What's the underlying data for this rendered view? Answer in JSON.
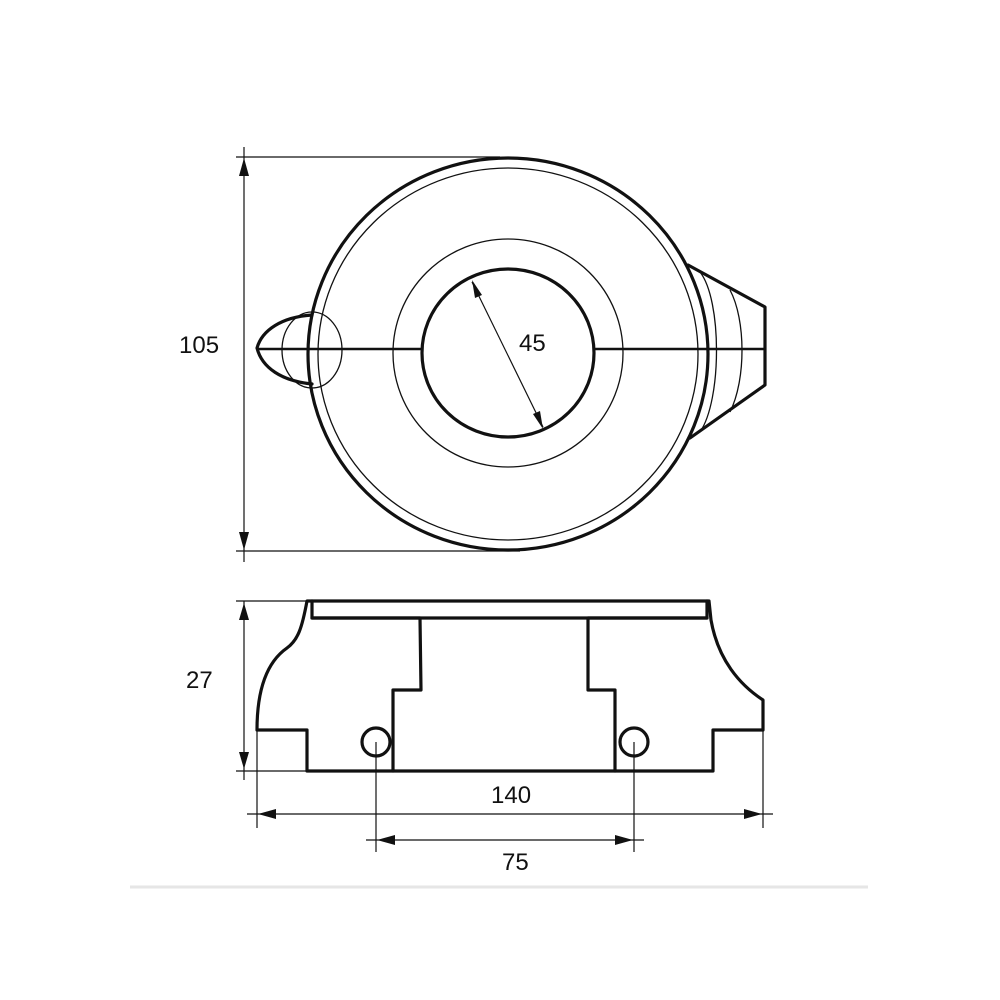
{
  "dimensions": {
    "height_top_view": "105",
    "inner_diameter": "45",
    "height_side_view": "27",
    "overall_length": "140",
    "hole_spacing": "75"
  },
  "colors": {
    "line": "#111111",
    "background": "#ffffff",
    "divider": "#e6e6e6"
  }
}
